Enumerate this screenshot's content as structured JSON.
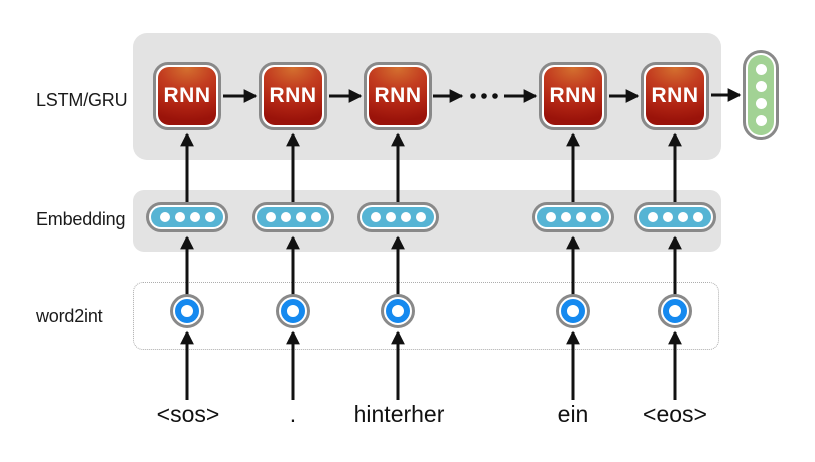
{
  "diagram": {
    "layers": {
      "rnn": {
        "label": "LSTM/GRU",
        "box_label": "RNN",
        "box_count": 5,
        "ellipsis_dot_count": 3
      },
      "embedding": {
        "label": "Embedding",
        "vector_count": 5,
        "units_per_vector": 4
      },
      "word2int": {
        "label": "word2int",
        "unit_count": 5
      }
    },
    "output_vector": {
      "unit_count": 4
    },
    "tokens": [
      "<sos>",
      ".",
      "hinterher",
      "ein",
      "<eos>"
    ],
    "colors": {
      "band_background": "#e3e3e3",
      "shape_border_gray": "#898989",
      "rnn_red_light": "#d4702f",
      "rnn_red": "#c33d20",
      "rnn_red_dark": "#9a130a",
      "embedding_blue": "#56b4d4",
      "word2int_blue": "#1589ef",
      "output_green": "#a2d294",
      "arrow_black": "#111111"
    }
  }
}
